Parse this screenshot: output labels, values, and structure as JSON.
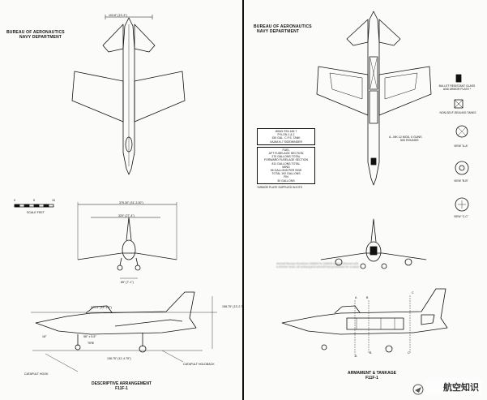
{
  "left_page": {
    "header": [
      "BUREAU OF AERONAUTICS",
      "NAVY DEPARTMENT"
    ],
    "dims": {
      "top_span": "103.8\" (13'-3\")",
      "front_span": "375.30\" (31'-3.30\")",
      "front_track": "320\" (27'-4\")",
      "wheel_gap": "85\" (7'-1\")",
      "length": "529.5\" (44'-1.5\")",
      "height": "158.75\" (13'-2.75\")",
      "side_small_1": "18°",
      "side_small_2": "56° ± 5.5°",
      "side_small_3": "TIRE",
      "side_small_4": "136.75\" (11'-4.75\")"
    },
    "scale_numbers": [
      "0",
      "5",
      "10"
    ],
    "scale_label": "SCALE FEET",
    "labels": {
      "catapult_hook": "CATAPULT HOOK",
      "catapult_holdback": "CATAPULT HOLDBACK"
    },
    "caption": [
      "DESCRIPTIVE ARRANGEMENT",
      "F11F-1"
    ]
  },
  "right_page": {
    "header": [
      "BUREAU OF AERONAUTICS",
      "NAVY DEPARTMENT"
    ],
    "box1": [
      "WING STA 169.7",
      "PYLON 1 & 2",
      "150 GAL. C.F.S. TANK",
      "XAAM-N-7 SIDEWINDER"
    ],
    "box2": [
      "FUEL",
      "AFT FUSELAGE SECTION",
      "270 GALLONS TOTAL",
      "FORWARD FUSELAGE SECTION",
      "811 GALLONS TOTAL",
      "WING",
      "96 GALLONS PER SIDE",
      "TOTAL 192 GALLONS",
      "FIN",
      "30 GALLONS"
    ],
    "armor_note": "*ARMOR PLATE SUPPLIED IN KITS",
    "guns_note": [
      "A - MK 12 MOD. 0 GUNS",
      "500 ROUNDS"
    ],
    "legend": {
      "glass": [
        "BULLET RESISTANT GLASS",
        "AND ARMOR PLATE *"
      ],
      "tanks": "NON-SELF-SEALING TANKS",
      "view_a": "VIEW \"A-A\"",
      "view_b": "VIEW \"B-B\"",
      "view_c": "VIEW \"C-C\""
    },
    "overlay_text": [
      "Aircraft Bureau Numbers 138604 to 138645 were delivered with",
      "a shorter nose; all subsequent aircraft had provisions for a radar."
    ],
    "section_marks": [
      "A",
      "B",
      "C",
      "A",
      "B",
      "C"
    ],
    "caption": [
      "ARMAMENT & TANKAGE",
      "F11F-1"
    ]
  },
  "watermark": {
    "text": "航空知识"
  },
  "colors": {
    "ink": "#111111",
    "paper": "#fbfbfa"
  }
}
